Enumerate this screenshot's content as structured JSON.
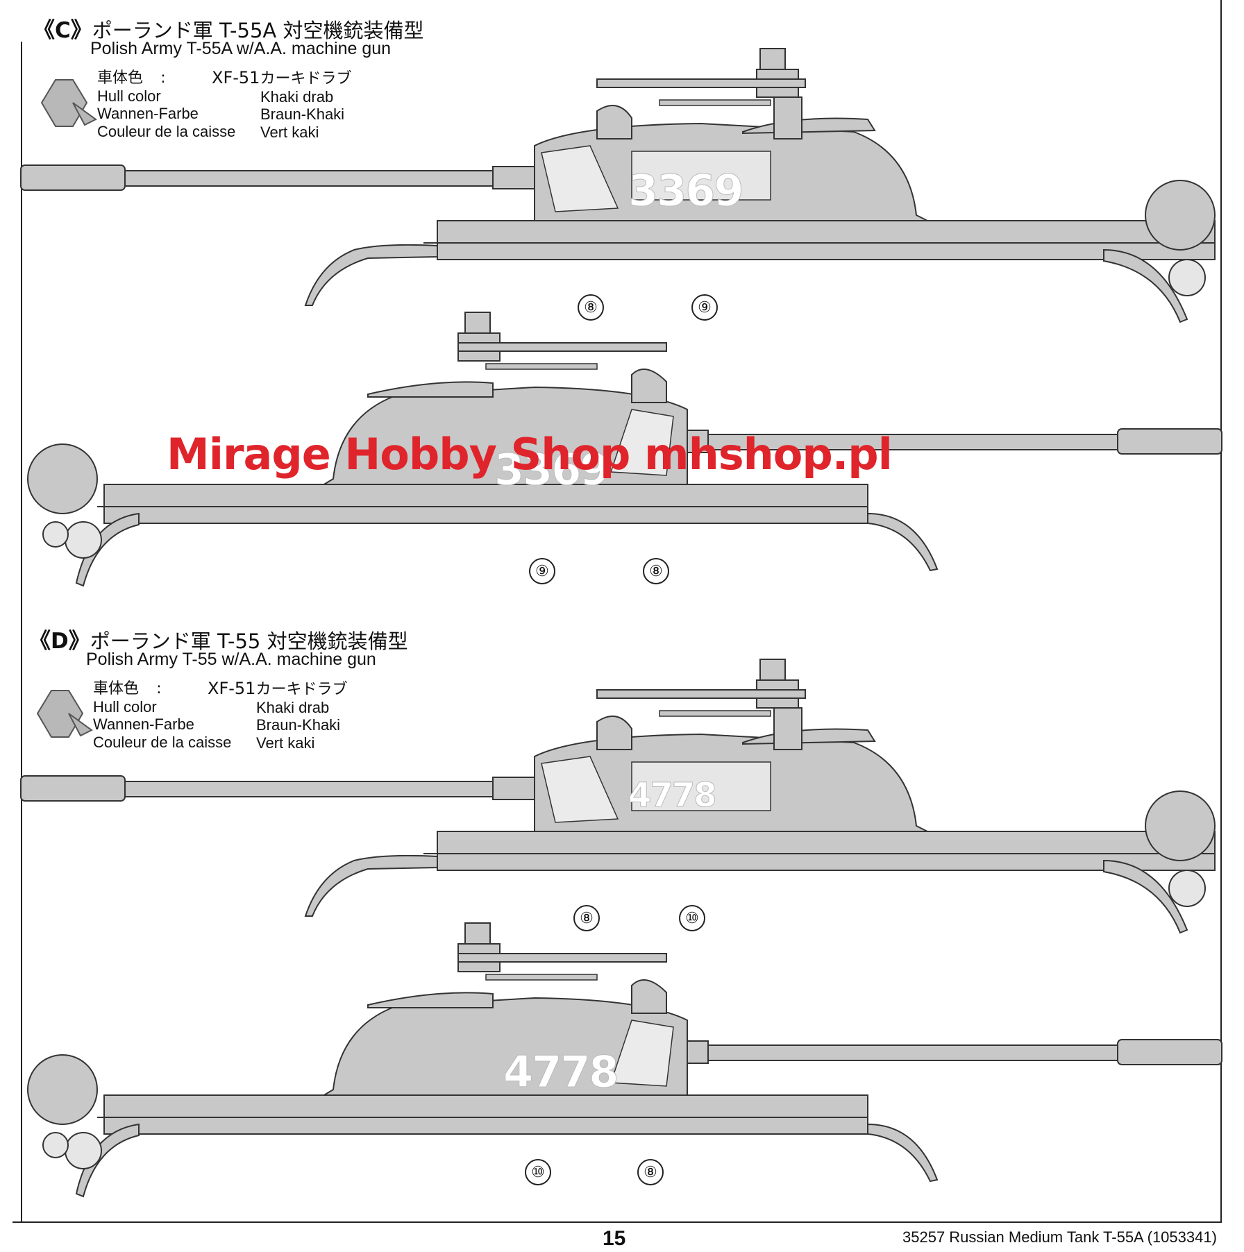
{
  "sections": [
    {
      "letter": "《C》",
      "title_jp": "ポーランド軍 T-55A 対空機銃装備型",
      "title_en": "Polish Army T-55A w/A.A. machine gun",
      "paint": {
        "label_jp": "車体色",
        "colon": ":",
        "code": "XF-51",
        "name_jp": "カーキドラブ",
        "labels": [
          "Hull color",
          "Wannen-Farbe",
          "Couleur de la caisse"
        ],
        "values": [
          "Khaki drab",
          "Braun-Khaki",
          "Vert kaki"
        ]
      },
      "decal_number": "3369",
      "callouts_top": [
        "⑧",
        "⑨"
      ],
      "callouts_bottom": [
        "⑨",
        "⑧"
      ]
    },
    {
      "letter": "《D》",
      "title_jp": "ポーランド軍 T-55 対空機銃装備型",
      "title_en": "Polish Army T-55 w/A.A. machine gun",
      "paint": {
        "label_jp": "車体色",
        "colon": ":",
        "code": "XF-51",
        "name_jp": "カーキドラブ",
        "labels": [
          "Hull color",
          "Wannen-Farbe",
          "Couleur de la caisse"
        ],
        "values": [
          "Khaki drab",
          "Braun-Khaki",
          "Vert kaki"
        ]
      },
      "decal_number": "4778",
      "callouts_top": [
        "⑧",
        "⑩"
      ],
      "callouts_bottom": [
        "⑩",
        "⑧"
      ]
    }
  ],
  "watermark": "Mirage Hobby Shop  mhshop.pl",
  "footer": {
    "page_number": "15",
    "kit_title": "35257  Russian Medium Tank T-55A (1053341)"
  },
  "colors": {
    "hull": "#c8c8c8",
    "line": "#333333",
    "watermark": "#e0242b"
  }
}
